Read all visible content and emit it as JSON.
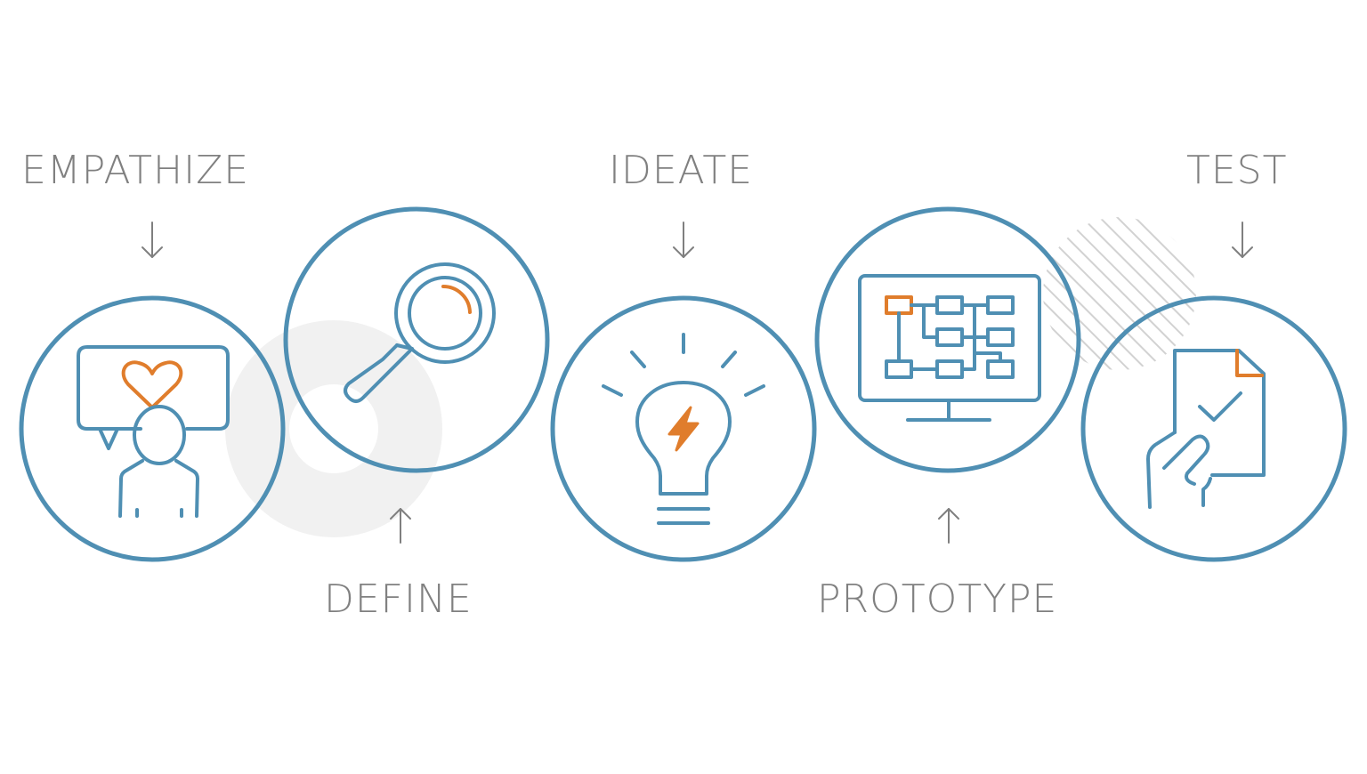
{
  "colors": {
    "ring": "#4f8fb3",
    "accent": "#e07d2c",
    "label": "#808080",
    "arrow": "#7f7f7f",
    "decor_blob": "#f1f1f1",
    "decor_hatch": "#d2d2d2"
  },
  "stages": [
    {
      "id": "empathize",
      "label": "EMPATHIZE",
      "icon": "person-heart-speech-icon",
      "arrow": "down"
    },
    {
      "id": "define",
      "label": "DEFINE",
      "icon": "magnifying-glass-icon",
      "arrow": "up"
    },
    {
      "id": "ideate",
      "label": "IDEATE",
      "icon": "lightbulb-icon",
      "arrow": "down"
    },
    {
      "id": "prototype",
      "label": "PROTOTYPE",
      "icon": "monitor-flowchart-icon",
      "arrow": "up"
    },
    {
      "id": "test",
      "label": "TEST",
      "icon": "hand-document-check-icon",
      "arrow": "down"
    }
  ]
}
